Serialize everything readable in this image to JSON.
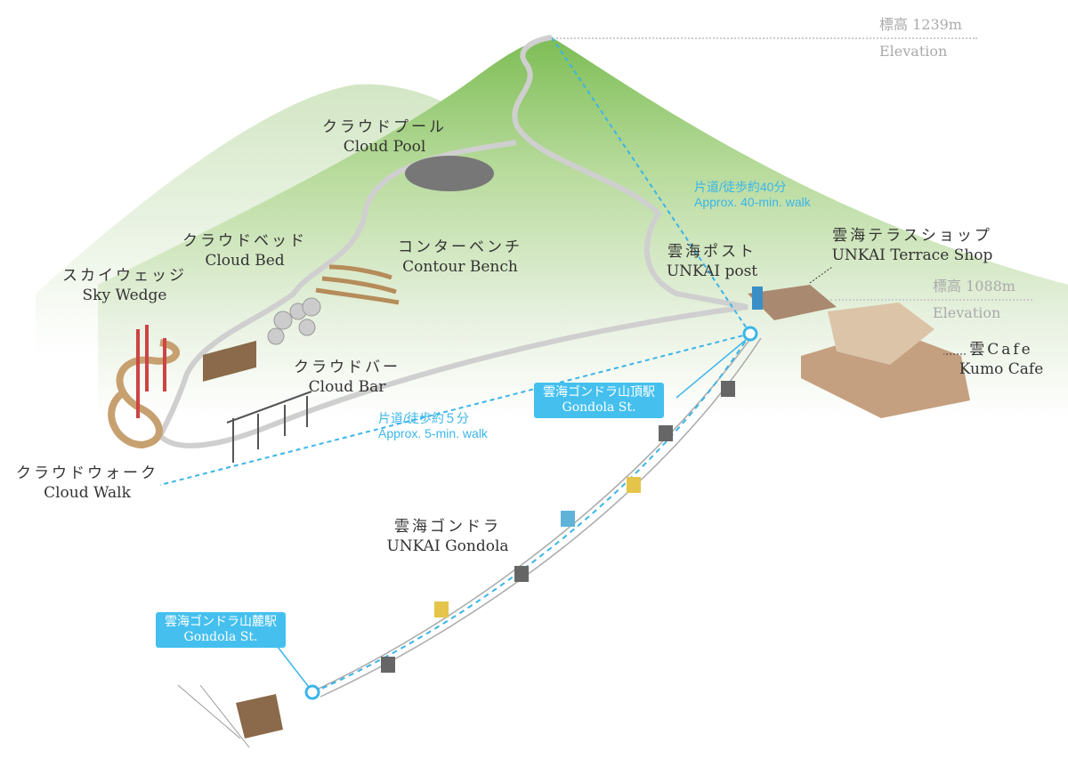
{
  "elevations": [
    {
      "value": "標高 1239m",
      "label": "Elevation"
    },
    {
      "value": "標高 1088m",
      "label": "Elevation"
    }
  ],
  "spots": {
    "cloud_pool": {
      "jp": "クラウドプール",
      "en": "Cloud Pool"
    },
    "cloud_bed": {
      "jp": "クラウドベッド",
      "en": "Cloud Bed"
    },
    "contour_bench": {
      "jp": "コンターベンチ",
      "en": "Contour Bench"
    },
    "sky_wedge": {
      "jp": "スカイウェッジ",
      "en": "Sky Wedge"
    },
    "cloud_bar": {
      "jp": "クラウドバー",
      "en": "Cloud Bar"
    },
    "cloud_walk": {
      "jp": "クラウドウォーク",
      "en": "Cloud Walk"
    },
    "unkai_post": {
      "jp": "雲海ポスト",
      "en": "UNKAI post"
    },
    "terrace_shop": {
      "jp": "雲海テラスショップ",
      "en": "UNKAI Terrace Shop"
    },
    "kumo_cafe": {
      "jp": "雲Cafe",
      "en": "Kumo Cafe"
    },
    "gondola": {
      "jp": "雲海ゴンドラ",
      "en": "UNKAI Gondola"
    }
  },
  "walks": {
    "summit": {
      "jp": "片道/徒歩約40分",
      "en": "Approx. 40-min. walk"
    },
    "cloud_walk": {
      "jp": "片道/徒歩約５分",
      "en": "Approx. 5-min. walk"
    }
  },
  "stations": {
    "top": {
      "jp": "雲海ゴンドラ山頂駅",
      "en": "Gondola St."
    },
    "bottom": {
      "jp": "雲海ゴンドラ山麓駅",
      "en": "Gondola St."
    }
  },
  "colors": {
    "accent": "#45c0ee",
    "mountain": "#8cc56a"
  }
}
